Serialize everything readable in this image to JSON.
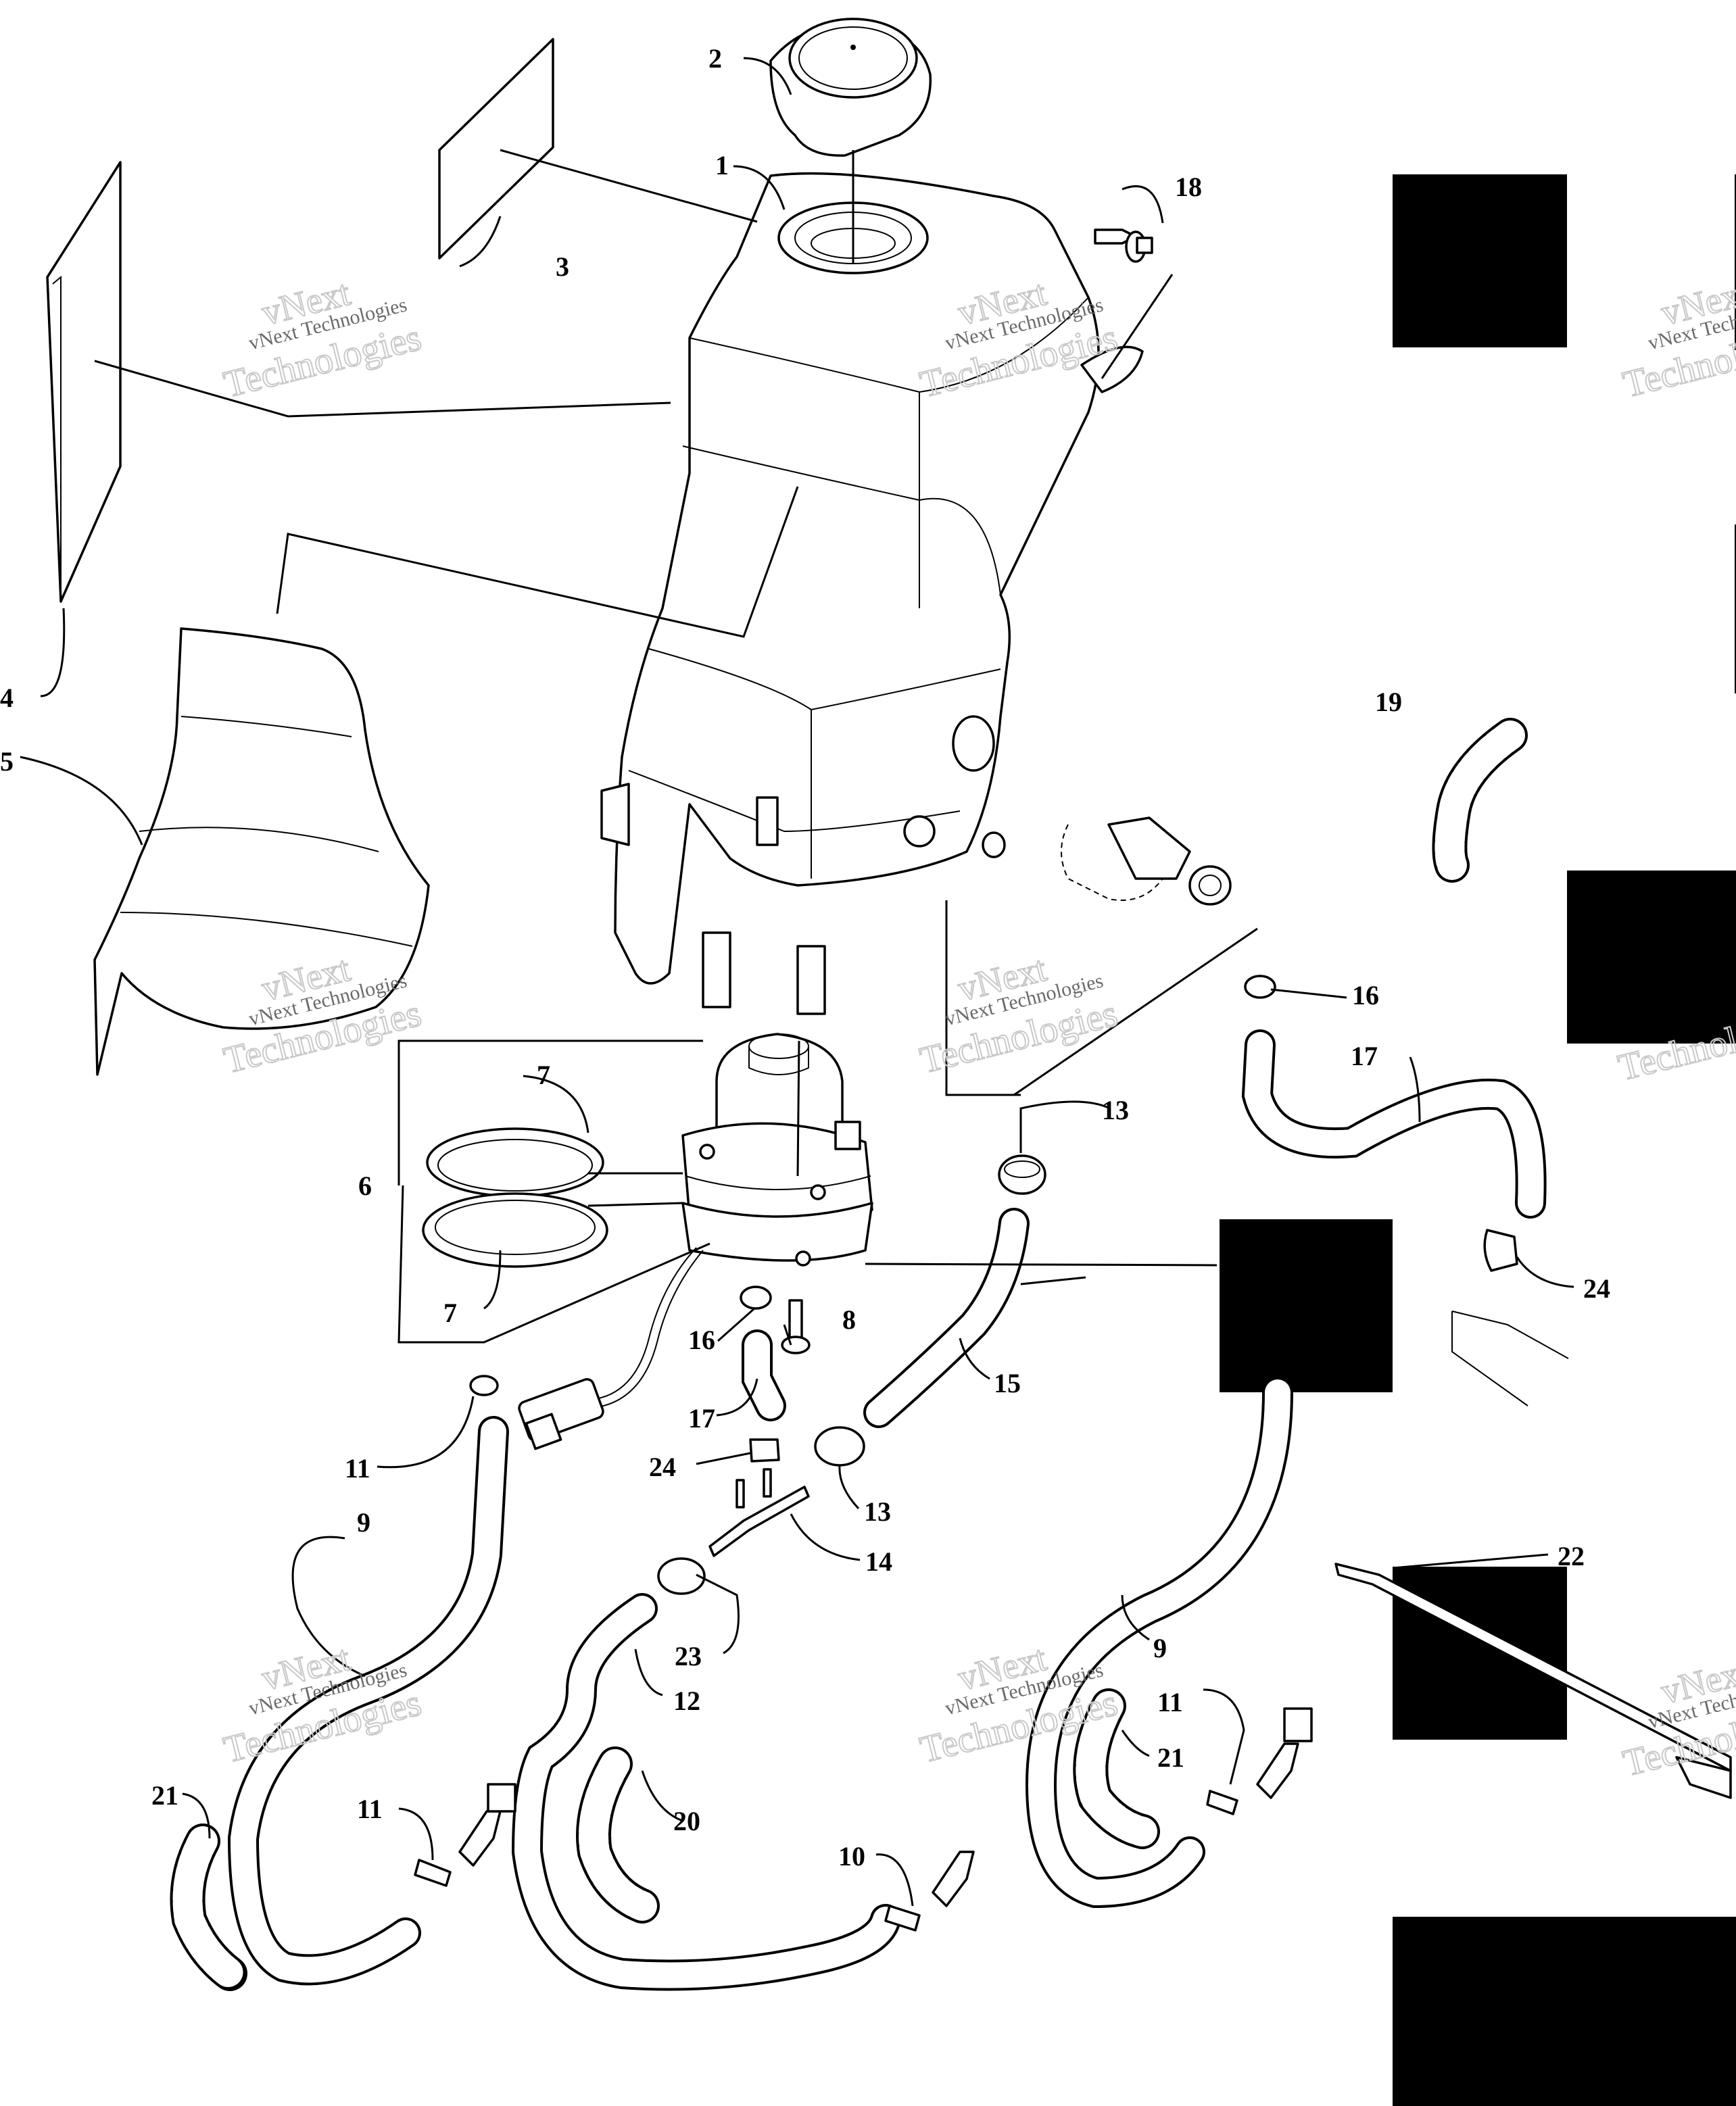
{
  "callouts": {
    "c1": "1",
    "c2": "2",
    "c3": "3",
    "c4": "4",
    "c5": "5",
    "c6": "6",
    "c7a": "7",
    "c7b": "7",
    "c8": "8",
    "c9a": "9",
    "c9b": "9",
    "c10": "10",
    "c11a": "11",
    "c11b": "11",
    "c11c": "11",
    "c12": "12",
    "c13a": "13",
    "c13b": "13",
    "c14": "14",
    "c15": "15",
    "c16a": "16",
    "c16b": "16",
    "c17a": "17",
    "c17b": "17",
    "c18": "18",
    "c19": "19",
    "c20": "20",
    "c21a": "21",
    "c21b": "21",
    "c22": "22",
    "c23": "23",
    "c24a": "24",
    "c24b": "24"
  },
  "watermarks": {
    "line1": "vNext",
    "line2": "vNext Technologies",
    "line3": "Technologies"
  },
  "colors": {
    "ink": "#000000",
    "paper": "#ffffff",
    "watermark": "#c9c9c9",
    "redaction": "#000000"
  }
}
